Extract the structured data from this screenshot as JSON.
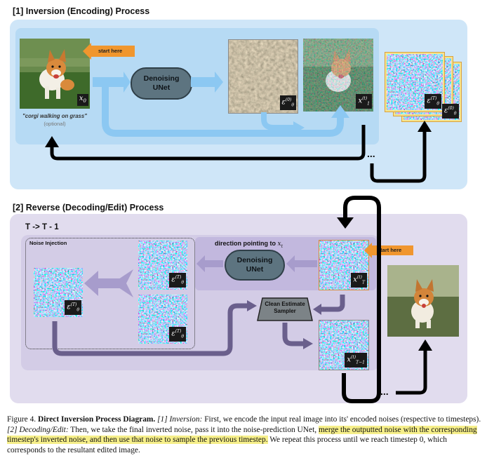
{
  "section1": {
    "title": "[1] Inversion (Encoding) Process",
    "start_label": "start here",
    "unet_label": "Denoising\nUNet",
    "prompt_text": "\"corgi walking on grass\"",
    "prompt_optional": "(optional)",
    "img_x0_label": "x0",
    "img_eps_label": "ε(0)θ",
    "img_x1_label": "x(t)1",
    "stack_top_label": "ε(T)θ",
    "stack_bottom_label": "ε(0)θ",
    "ellipsis": "..."
  },
  "section2": {
    "title": "[2] Reverse (Decoding/Edit) Process",
    "step_label": "T -> T - 1",
    "noise_injection_label": "Noise Injection",
    "direction_label": "direction pointing to",
    "direction_symbol": "x_t",
    "unet_label": "Denoising\nUNet",
    "sampler_label": "Clean Estimate\nSampler",
    "start_label": "start here",
    "img_eps_left_label": "ε(T)θ",
    "img_eps_top_label": "ε(T)θ",
    "img_eps_bottom_label": "ε(T)θ",
    "img_xT_label": "x(t)T",
    "img_xT1_label": "x(t)T−1",
    "ellipsis": "..."
  },
  "caption": {
    "figure": "Figure 4.",
    "title": "Direct Inversion Process Diagram.",
    "part1_label": "[1] Inversion:",
    "part1_text": " First, we encode the input real image into its' encoded noises (respective to timesteps). ",
    "part2_label": "[2] Decoding/Edit:",
    "part2_text": " Then, we take the final inverted noise, pass it into the noise-prediction UNet, ",
    "highlight": "merge the outputted noise with the corresponding timestep's inverted noise, and then use that noise to sample the previous timestep.",
    "tail": " We repeat this process until we reach timestep 0, which corresponds to the resultant edited image."
  },
  "colors": {
    "panel1_bg": "#cfe6f8",
    "panel2_bg": "#e1dcee",
    "blue_arrow": "#8cc8f2",
    "purple_arrow": "#a79ccc",
    "dark_purple_arrow": "#6a5f8c",
    "orange": "#f0962e",
    "highlight": "#f6ef8a"
  }
}
